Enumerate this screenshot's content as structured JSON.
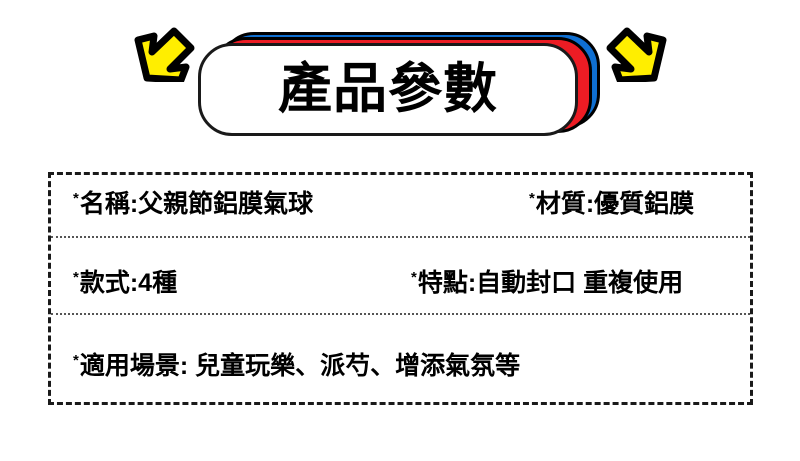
{
  "banner": {
    "title": "產品參數",
    "colors": {
      "blue": "#0f6fd1",
      "red": "#ed1c24",
      "white": "#ffffff",
      "outline": "#000000"
    }
  },
  "decorations": {
    "left_arrow": "arrow-down-right-icon",
    "right_arrow": "arrow-down-left-icon",
    "arrow_fill": "#ffee00",
    "arrow_stroke": "#000000"
  },
  "spec_table": {
    "bullet": "*",
    "rows": [
      {
        "left": {
          "label": "名稱",
          "value": "父親節鋁膜氣球",
          "text": "名稱:父親節鋁膜氣球"
        },
        "right": {
          "label": "材質",
          "value": "優質鋁膜",
          "text": "材質:優質鋁膜"
        }
      },
      {
        "left": {
          "label": "款式",
          "value": "4種",
          "text": "款式:4種"
        },
        "right": {
          "label": "特點",
          "value": "自動封口 重複使用",
          "text": "特點:自動封口 重複使用"
        }
      },
      {
        "left": {
          "label": "適用場景",
          "value": "兒童玩樂、派芍、增添氣氛等",
          "text": "適用場景: 兒童玩樂、派芍、增添氣氛等"
        },
        "right": null
      }
    ]
  }
}
